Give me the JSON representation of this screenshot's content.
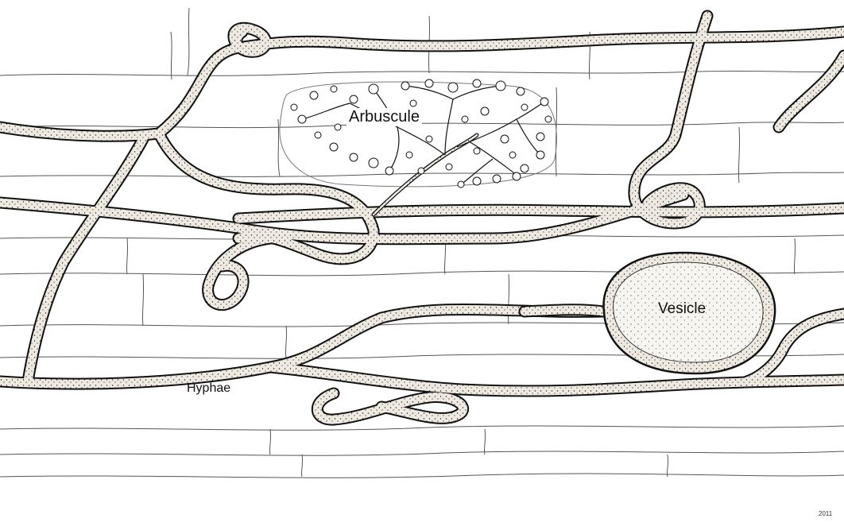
{
  "diagram": {
    "labels": {
      "arbuscule": "Arbuscule",
      "vesicle": "Vesicle",
      "hyphae": "Hyphae"
    },
    "signature": "2011",
    "colors": {
      "outline": "#111111",
      "hypha_fill": "#e9e5dc",
      "vesicle_fill": "#f3f1ea",
      "cell_wall": "#555555",
      "background": "#ffffff"
    }
  }
}
